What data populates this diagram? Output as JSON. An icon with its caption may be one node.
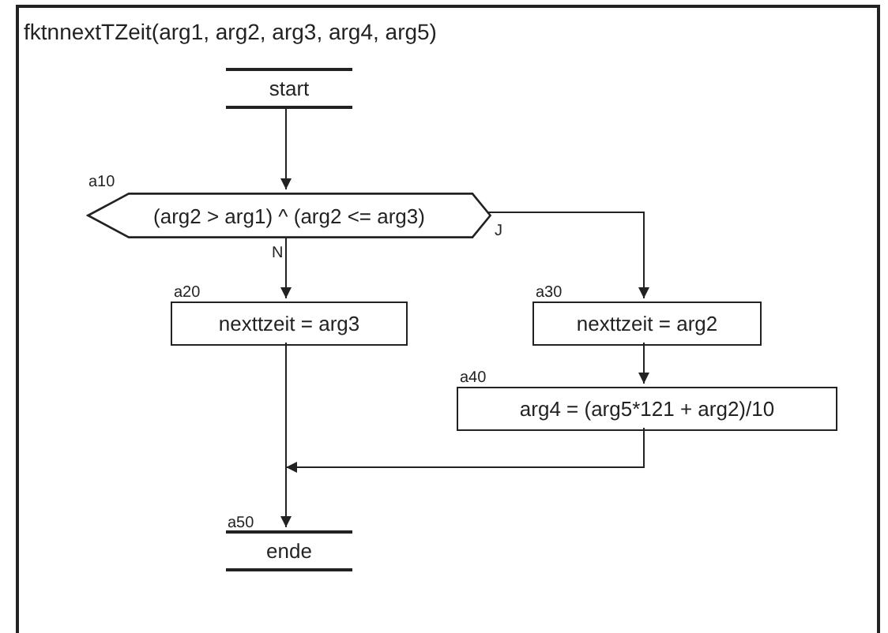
{
  "diagram": {
    "nodes": [
      {
        "text": [
          "fktnnextTZeit(arg1, arg2, arg3, arg4, arg5)"
        ]
      },
      {
        "text": [
          "start"
        ],
        "in": 0
      },
      {
        "text": [
          "(arg2 > arg1) ^ (arg2 <= arg3)"
        ],
        "beside": [
          "a10"
        ],
        "in": 0
      },
      {
        "text": [
          "nexttzeit = arg3"
        ],
        "beside": [
          "a20"
        ],
        "in": 0
      },
      {
        "text": [
          "nexttzeit = arg2"
        ],
        "beside": [
          "a30"
        ],
        "in": 0
      },
      {
        "text": [
          "arg4 = (arg5*121 + arg2)/10"
        ],
        "beside": [
          "a40"
        ],
        "in": 0
      },
      {
        "text": [
          "ende"
        ],
        "beside": [
          "a50"
        ],
        "in": 0
      }
    ],
    "edges": [
      {
        "from": 1,
        "to": 2,
        "arrow": "to"
      },
      {
        "from": 2,
        "to": 3,
        "arrow": "to",
        "label": "N"
      },
      {
        "from": 2,
        "to": 4,
        "arrow": "to",
        "label": "J"
      },
      {
        "from": 4,
        "to": 5,
        "arrow": "to"
      },
      {
        "from": 3,
        "to": 6,
        "arrow": "to"
      },
      {
        "from": 5,
        "to": 6,
        "arrow": "to"
      }
    ]
  }
}
